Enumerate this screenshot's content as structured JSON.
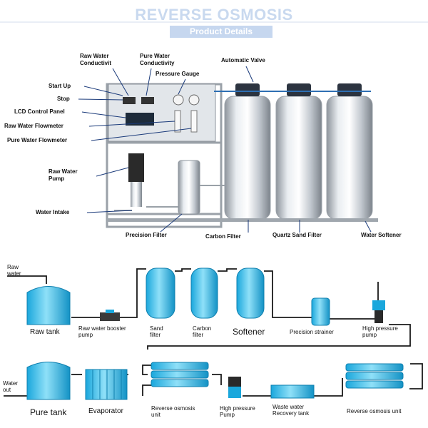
{
  "header": {
    "title": "REVERSE OSMOSIS",
    "subtitle": "Product Details"
  },
  "photo_labels": {
    "raw_water_conductivity": "Raw Water\nConductivit",
    "pure_water_conductivity": "Pure Water\nConductivity",
    "automatic_valve": "Automatic Valve",
    "pressure_gauge": "Pressure Gauge",
    "start_up": "Start Up",
    "stop": "Stop",
    "lcd_control_panel": "LCD Control Panel",
    "raw_water_flowmeter": "Raw Water Flowmeter",
    "pure_water_flowmeter": "Pure Water Flowmeter",
    "raw_water_pump": "Raw Water\nPump",
    "water_intake": "Water Intake",
    "precision_filter": "Precision Filter",
    "carbon_filter": "Carbon Filter",
    "quartz_sand_filter": "Quartz Sand Filter",
    "water_softener": "Water Softener"
  },
  "diagram_labels": {
    "raw_water": "Raw\nwater",
    "raw_tank": "Raw tank",
    "booster_pump": "Raw water booster\npump",
    "sand_filter": "Sand\nfilter",
    "carbon_filter": "Carbon\nfilter",
    "softener": "Softener",
    "precision_strainer": "Precision strainer",
    "high_pressure_pump_top": "High pressure\npump",
    "water_out": "Water\nout",
    "pure_tank": "Pure tank",
    "evaporator": "Evaporator",
    "ro_unit_left": "Reverse osmosis\nunit",
    "high_pressure_pump_bottom": "High pressure\nPump",
    "waste_water_tank": "Waste water\nRecovery tank",
    "ro_unit_right": "Reverse osmosis unit"
  },
  "colors": {
    "pipe": "#1a1a1a",
    "tank_blue": "#29b8e8",
    "tank_light": "#8fdcf5",
    "steel": "#c9cfd6",
    "header_text": "#c9d9ef"
  }
}
